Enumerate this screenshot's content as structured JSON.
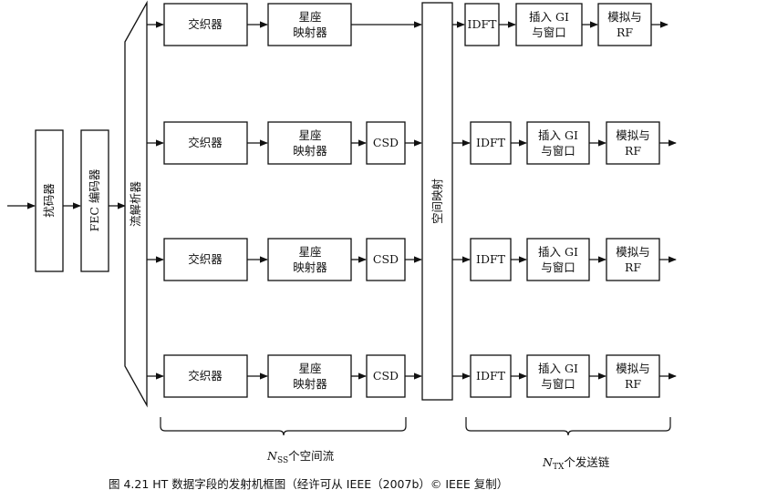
{
  "blocks": {
    "scrambler": "扰码器",
    "fec_encoder": "FEC 编码器",
    "stream_parser": "流解析器",
    "interleaver": "交织器",
    "constellation_mapper_line1": "星座",
    "constellation_mapper_line2": "映射器",
    "csd": "CSD",
    "spatial_mapping": "空间映射",
    "idft": "IDFT",
    "insert_gi_line1": "插入 GI",
    "insert_gi_line2": "与窗口",
    "analog_rf_line1": "模拟与",
    "analog_rf_line2": "RF"
  },
  "brackets": {
    "spatial_streams_symbol": "N",
    "spatial_streams_sub": "SS",
    "spatial_streams_text": "个空间流",
    "tx_chains_symbol": "N",
    "tx_chains_sub": "TX",
    "tx_chains_text": "个发送链"
  },
  "caption": "图 4.21   HT 数据字段的发射机框图（经许可从 IEEE（2007b）© IEEE 复制）",
  "stream_count": 4
}
